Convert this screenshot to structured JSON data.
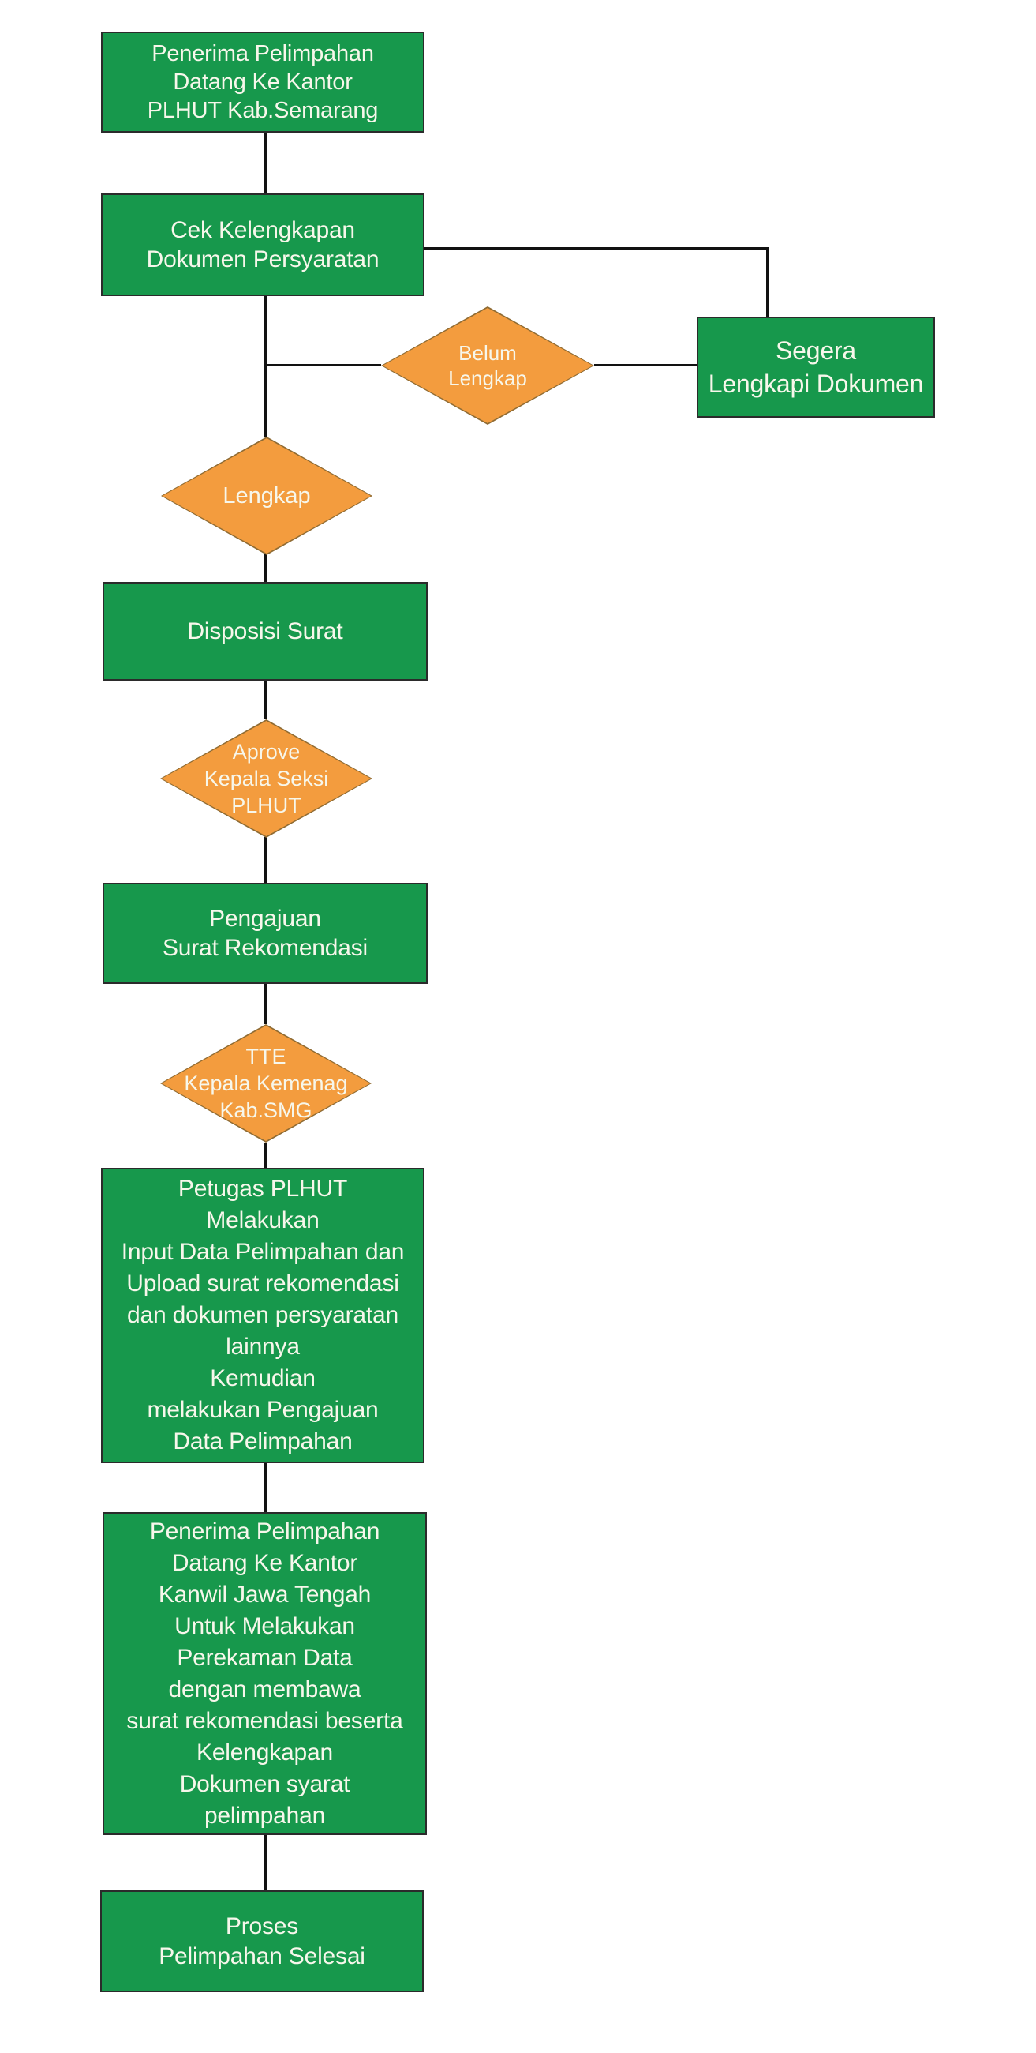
{
  "colors": {
    "box_green": "#17984C",
    "diamond_orange": "#F39C3E",
    "connector_black": "#121212",
    "text_cream": "#F7F7EB",
    "box_border": "#2B2B2B",
    "diamond_border": "#8F6B33",
    "canvas_bg": "#FFFFFF"
  },
  "nodes": {
    "start": {
      "type": "process",
      "label": "Penerima Pelimpahan\nDatang Ke Kantor\nPLHUT Kab.Semarang"
    },
    "cek": {
      "type": "process",
      "label": "Cek Kelengkapan\nDokumen Persyaratan"
    },
    "belum_lengkap": {
      "type": "decision",
      "label": "Belum\nLengkap"
    },
    "segera": {
      "type": "process",
      "label": "Segera\nLengkapi Dokumen"
    },
    "lengkap": {
      "type": "decision",
      "label": "Lengkap"
    },
    "disposisi": {
      "type": "process",
      "label": "Disposisi Surat"
    },
    "aprove": {
      "type": "decision",
      "label": "Aprove\nKepala Seksi\nPLHUT"
    },
    "pengajuan": {
      "type": "process",
      "label": "Pengajuan\nSurat Rekomendasi"
    },
    "tte": {
      "type": "decision",
      "label": "TTE\nKepala Kemenag\nKab.SMG"
    },
    "petugas": {
      "type": "process",
      "label": "Petugas PLHUT\nMelakukan\nInput Data Pelimpahan dan\nUpload surat rekomendasi\ndan dokumen persyaratan\nlainnya\nKemudian\nmelakukan Pengajuan\nData Pelimpahan"
    },
    "perekaman": {
      "type": "process",
      "label": "Penerima Pelimpahan\nDatang Ke Kantor\nKanwil Jawa Tengah\nUntuk Melakukan\nPerekaman Data\ndengan membawa\nsurat rekomendasi beserta\nKelengkapan\nDokumen syarat\npelimpahan"
    },
    "selesai": {
      "type": "process",
      "label": "Proses\nPelimpahan Selesai"
    }
  }
}
